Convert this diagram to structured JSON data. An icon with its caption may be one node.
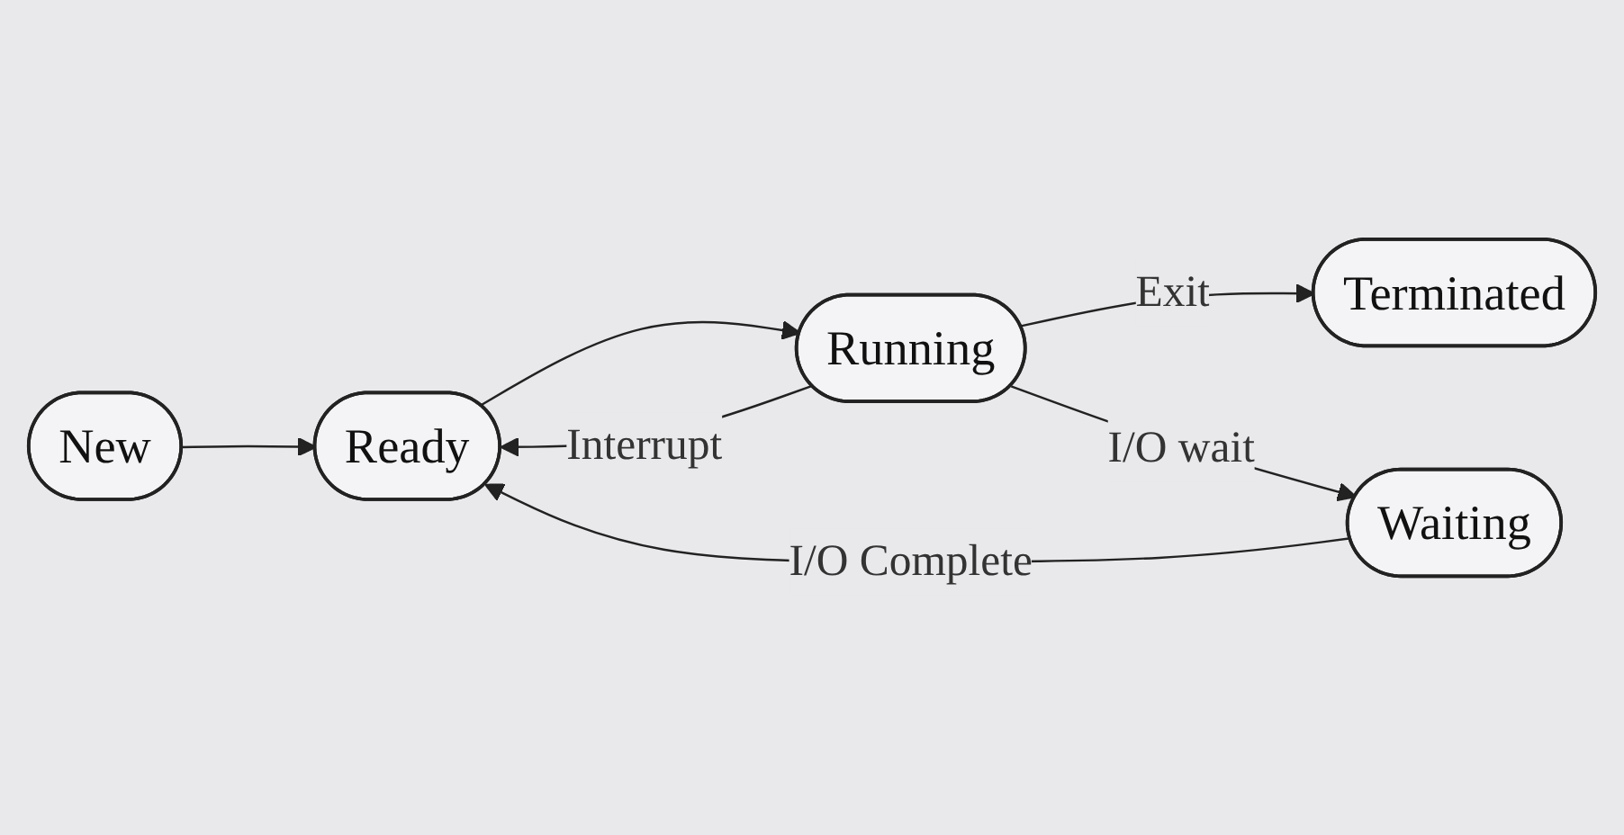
{
  "diagram": {
    "nodes": [
      {
        "text": [
          "New"
        ]
      },
      {
        "text": [
          "Ready"
        ]
      },
      {
        "text": [
          "Running"
        ]
      },
      {
        "text": [
          "Terminated"
        ]
      },
      {
        "text": [
          "Waiting"
        ]
      }
    ],
    "edges": [
      {
        "from": 0,
        "to": 1,
        "arrow": "to"
      },
      {
        "from": 2,
        "to": 1,
        "arrow": "to",
        "label": "Interrupt"
      },
      {
        "from": 1,
        "to": 2,
        "arrow": "to"
      },
      {
        "from": 2,
        "to": 3,
        "arrow": "to",
        "label": "Exit"
      },
      {
        "from": 2,
        "to": 4,
        "arrow": "to",
        "label": "I/O wait"
      },
      {
        "from": 4,
        "to": 1,
        "arrow": "to",
        "label": "I/O Complete"
      }
    ]
  }
}
